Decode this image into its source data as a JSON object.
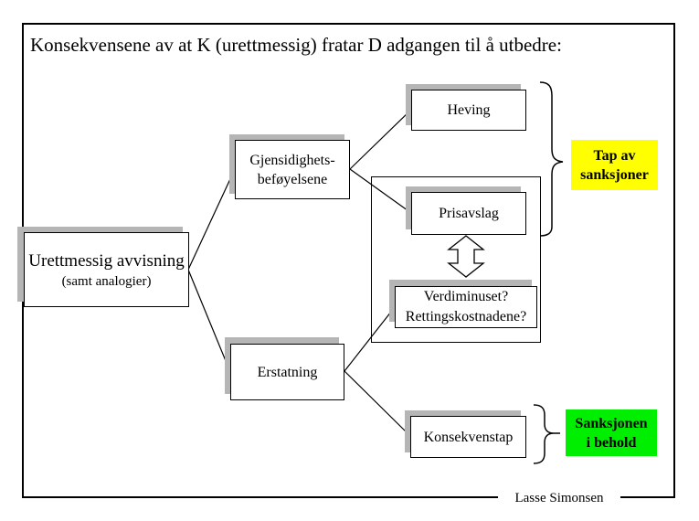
{
  "slide": {
    "title": "Konsekvensene av at K (urettmessig) fratar D adgangen til å utbedre:",
    "signature": "Lasse Simonsen"
  },
  "colors": {
    "highlight_yellow": "#ffff00",
    "highlight_green": "#00ee00",
    "box_shadow_gray": "#b5b5b5",
    "line_black": "#000000"
  },
  "nodes": {
    "urettmessig_avvisning": {
      "line1": "Urettmessig avvisning",
      "line2": "(samt analogier)"
    },
    "gjensidighetsbefoyelsene": {
      "line1": "Gjensidighets-",
      "line2": "beføyelsene"
    },
    "heving": {
      "label": "Heving"
    },
    "prisavslag": {
      "label": "Prisavslag"
    },
    "verdiminuset": {
      "line1": "Verdiminuset?",
      "line2": "Rettingskostnadene?"
    },
    "erstatning": {
      "label": "Erstatning"
    },
    "konsekvenstap": {
      "label": "Konsekvenstap"
    },
    "tap_av_sanksjoner": {
      "line1": "Tap av",
      "line2": "sanksjoner"
    },
    "sanksjonen_i_behold": {
      "line1": "Sanksjonen",
      "line2": "i behold"
    }
  },
  "connections": [
    {
      "from": "urettmessig_avvisning",
      "to": "gjensidighetsbefoyelsene",
      "type": "line"
    },
    {
      "from": "urettmessig_avvisning",
      "to": "erstatning",
      "type": "line"
    },
    {
      "from": "gjensidighetsbefoyelsene",
      "to": "heving",
      "type": "line"
    },
    {
      "from": "gjensidighetsbefoyelsene",
      "to": "prisavslag",
      "type": "line"
    },
    {
      "from": "erstatning",
      "to": "verdiminuset",
      "type": "line"
    },
    {
      "from": "erstatning",
      "to": "konsekvenstap",
      "type": "line"
    },
    {
      "from": "heving+prisavslag",
      "to": "tap_av_sanksjoner",
      "type": "brace"
    },
    {
      "from": "konsekvenstap",
      "to": "sanksjonen_i_behold",
      "type": "brace"
    },
    {
      "from": "prisavslag",
      "to": "verdiminuset",
      "type": "double-arrow"
    }
  ]
}
